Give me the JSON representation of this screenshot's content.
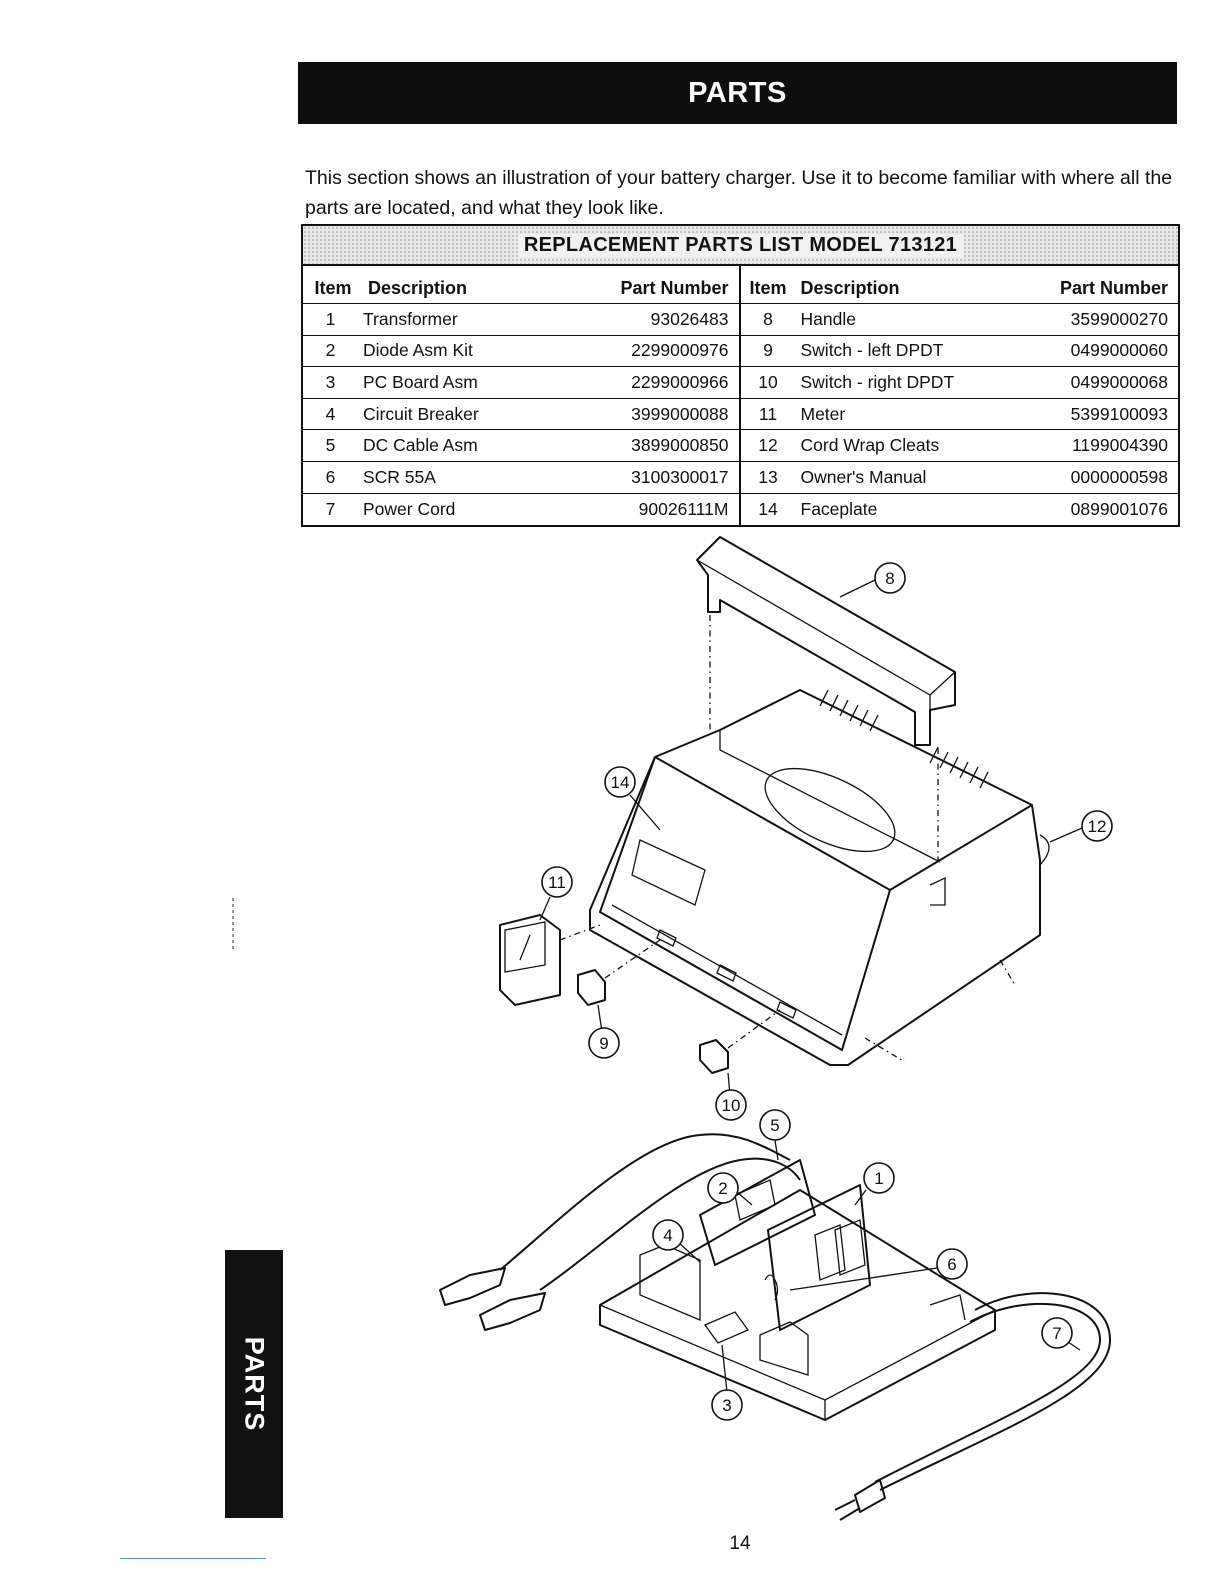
{
  "header": {
    "title": "PARTS"
  },
  "intro": {
    "text": "This section shows an illustration of your battery charger. Use it to become familiar with where all the parts are located, and what they look like."
  },
  "parts_table": {
    "title": "REPLACEMENT PARTS LIST MODEL 713121",
    "columns": {
      "item": "Item",
      "description": "Description",
      "part_number": "Part Number"
    },
    "left_rows": [
      {
        "item": "1",
        "description": "Transformer",
        "part_number": "93026483"
      },
      {
        "item": "2",
        "description": "Diode Asm Kit",
        "part_number": "2299000976"
      },
      {
        "item": "3",
        "description": "PC Board Asm",
        "part_number": "2299000966"
      },
      {
        "item": "4",
        "description": "Circuit Breaker",
        "part_number": "3999000088"
      },
      {
        "item": "5",
        "description": "DC Cable Asm",
        "part_number": "3899000850"
      },
      {
        "item": "6",
        "description": "SCR 55A",
        "part_number": "3100300017"
      },
      {
        "item": "7",
        "description": "Power Cord",
        "part_number": "90026111M"
      }
    ],
    "right_rows": [
      {
        "item": "8",
        "description": "Handle",
        "part_number": "3599000270"
      },
      {
        "item": "9",
        "description": "Switch - left DPDT",
        "part_number": "0499000060"
      },
      {
        "item": "10",
        "description": "Switch - right DPDT",
        "part_number": "0499000068"
      },
      {
        "item": "11",
        "description": "Meter",
        "part_number": "5399100093"
      },
      {
        "item": "12",
        "description": "Cord Wrap Cleats",
        "part_number": "1199004390"
      },
      {
        "item": "13",
        "description": "Owner's Manual",
        "part_number": "0000000598"
      },
      {
        "item": "14",
        "description": "Faceplate",
        "part_number": "0899001076"
      }
    ]
  },
  "diagram": {
    "callouts": [
      "8",
      "14",
      "12",
      "11",
      "9",
      "10",
      "5",
      "2",
      "1",
      "4",
      "6",
      "7",
      "3"
    ]
  },
  "side_tab": {
    "label": "PARTS"
  },
  "footer": {
    "page_number": "14"
  }
}
